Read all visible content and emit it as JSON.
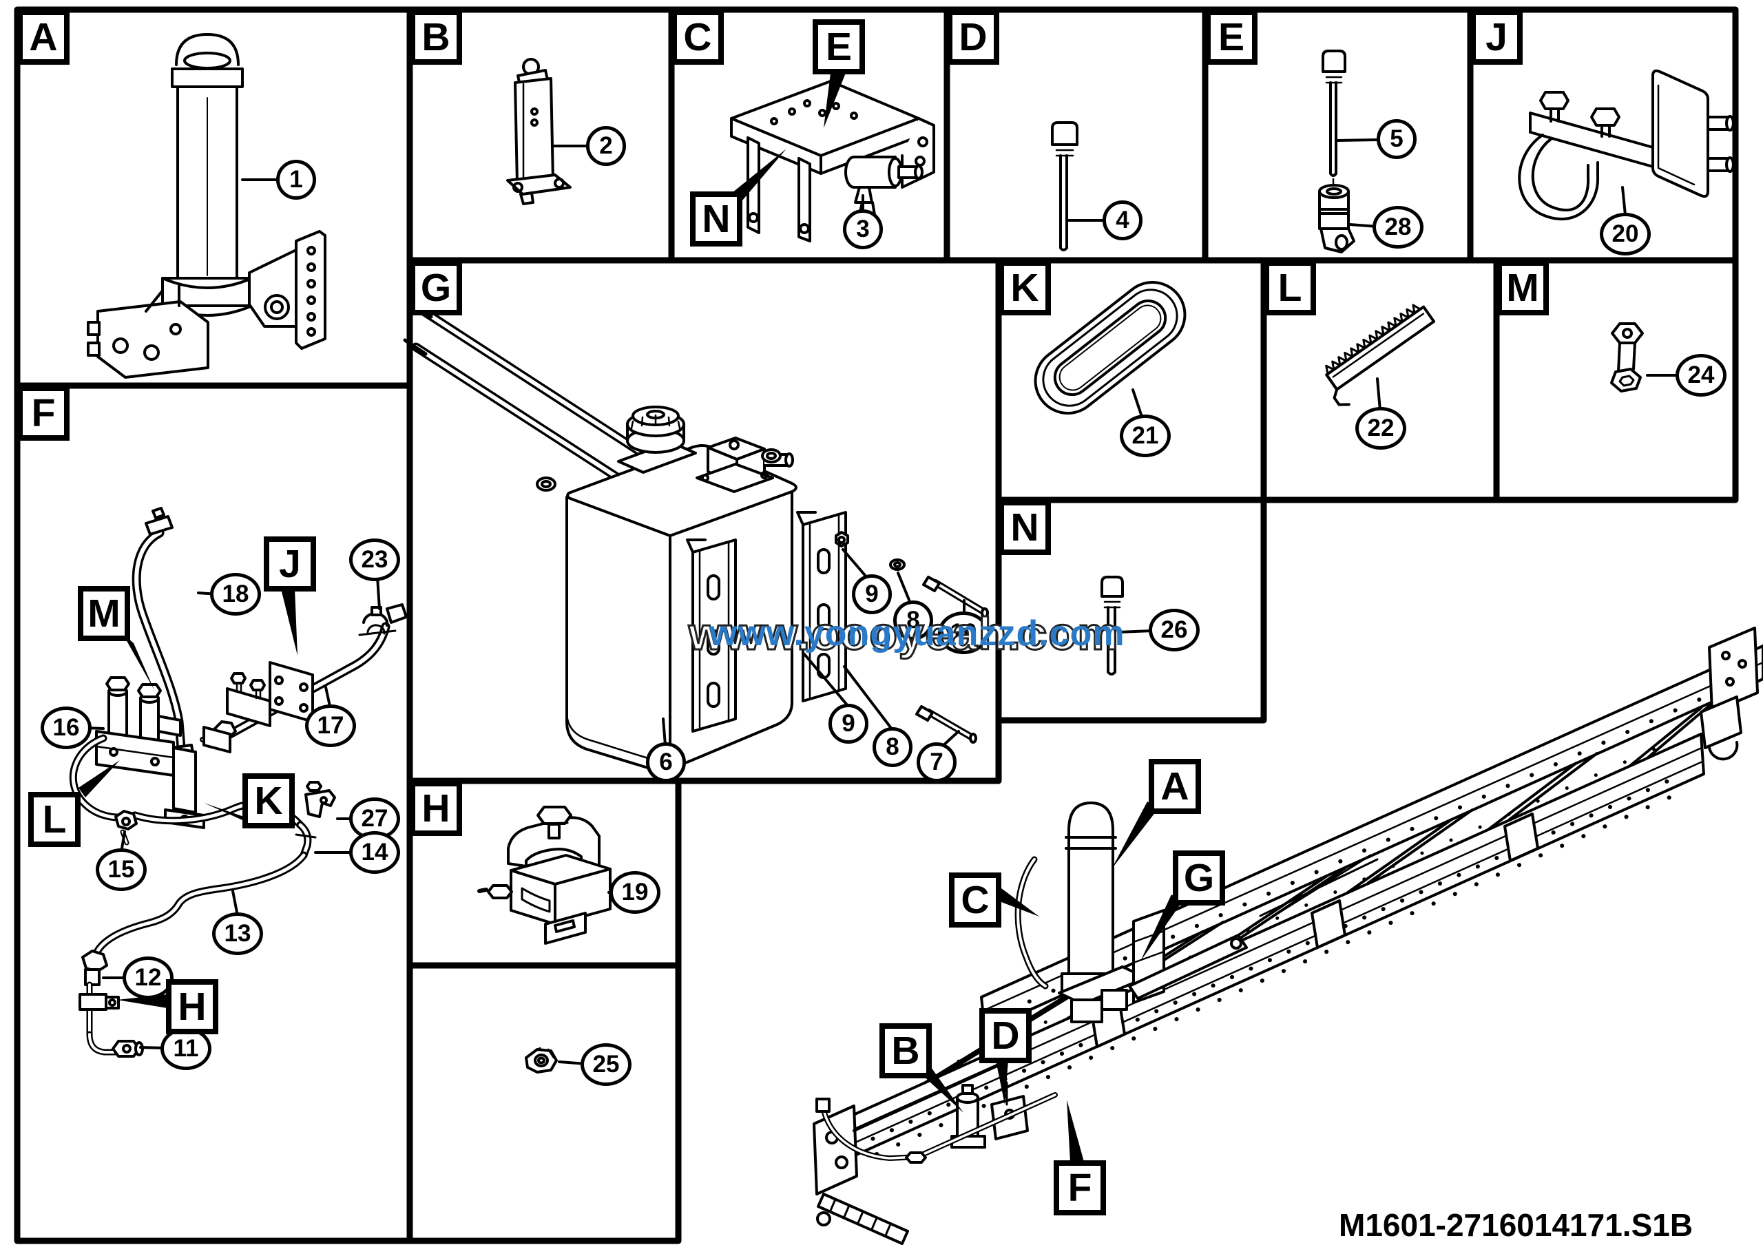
{
  "colors": {
    "line": "#000000",
    "watermark_blue": "#2b7ac8",
    "background": "#ffffff"
  },
  "watermarks": {
    "outline_text": "www.oooyeah.com",
    "blue_text": "www.yongyuanzzd.com"
  },
  "footer": {
    "part_number": "M1601-2716014171.S1B"
  },
  "panels": {
    "a": {
      "letter": "A",
      "c1": "1"
    },
    "b": {
      "letter": "B",
      "c2": "2"
    },
    "c": {
      "letter": "C",
      "inner_e": "E",
      "inner_n": "N",
      "c3": "3"
    },
    "d": {
      "letter": "D",
      "c4": "4"
    },
    "e": {
      "letter": "E",
      "c5": "5",
      "c28": "28"
    },
    "j": {
      "letter": "J",
      "c20": "20"
    },
    "g": {
      "letter": "G",
      "c6": "6",
      "c7": "7",
      "c8a": "8",
      "c8b": "8",
      "c9a": "9",
      "c9b": "9",
      "c10": "10"
    },
    "k": {
      "letter": "K",
      "c21": "21"
    },
    "l": {
      "letter": "L",
      "c22": "22"
    },
    "m": {
      "letter": "M",
      "c24": "24"
    },
    "n": {
      "letter": "N",
      "c26": "26"
    },
    "f": {
      "letter": "F",
      "inner_m": "M",
      "inner_j": "J",
      "inner_l": "L",
      "inner_k": "K",
      "inner_h": "H",
      "c11": "11",
      "c12": "12",
      "c13": "13",
      "c14": "14",
      "c15": "15",
      "c16": "16",
      "c17": "17",
      "c18": "18",
      "c23": "23",
      "c27": "27"
    },
    "h": {
      "letter": "H",
      "c19": "19"
    },
    "p25": {
      "c25": "25"
    }
  },
  "chassis": {
    "label_a": "A",
    "label_b": "B",
    "label_c": "C",
    "label_d": "D",
    "label_f": "F",
    "label_g": "G"
  }
}
